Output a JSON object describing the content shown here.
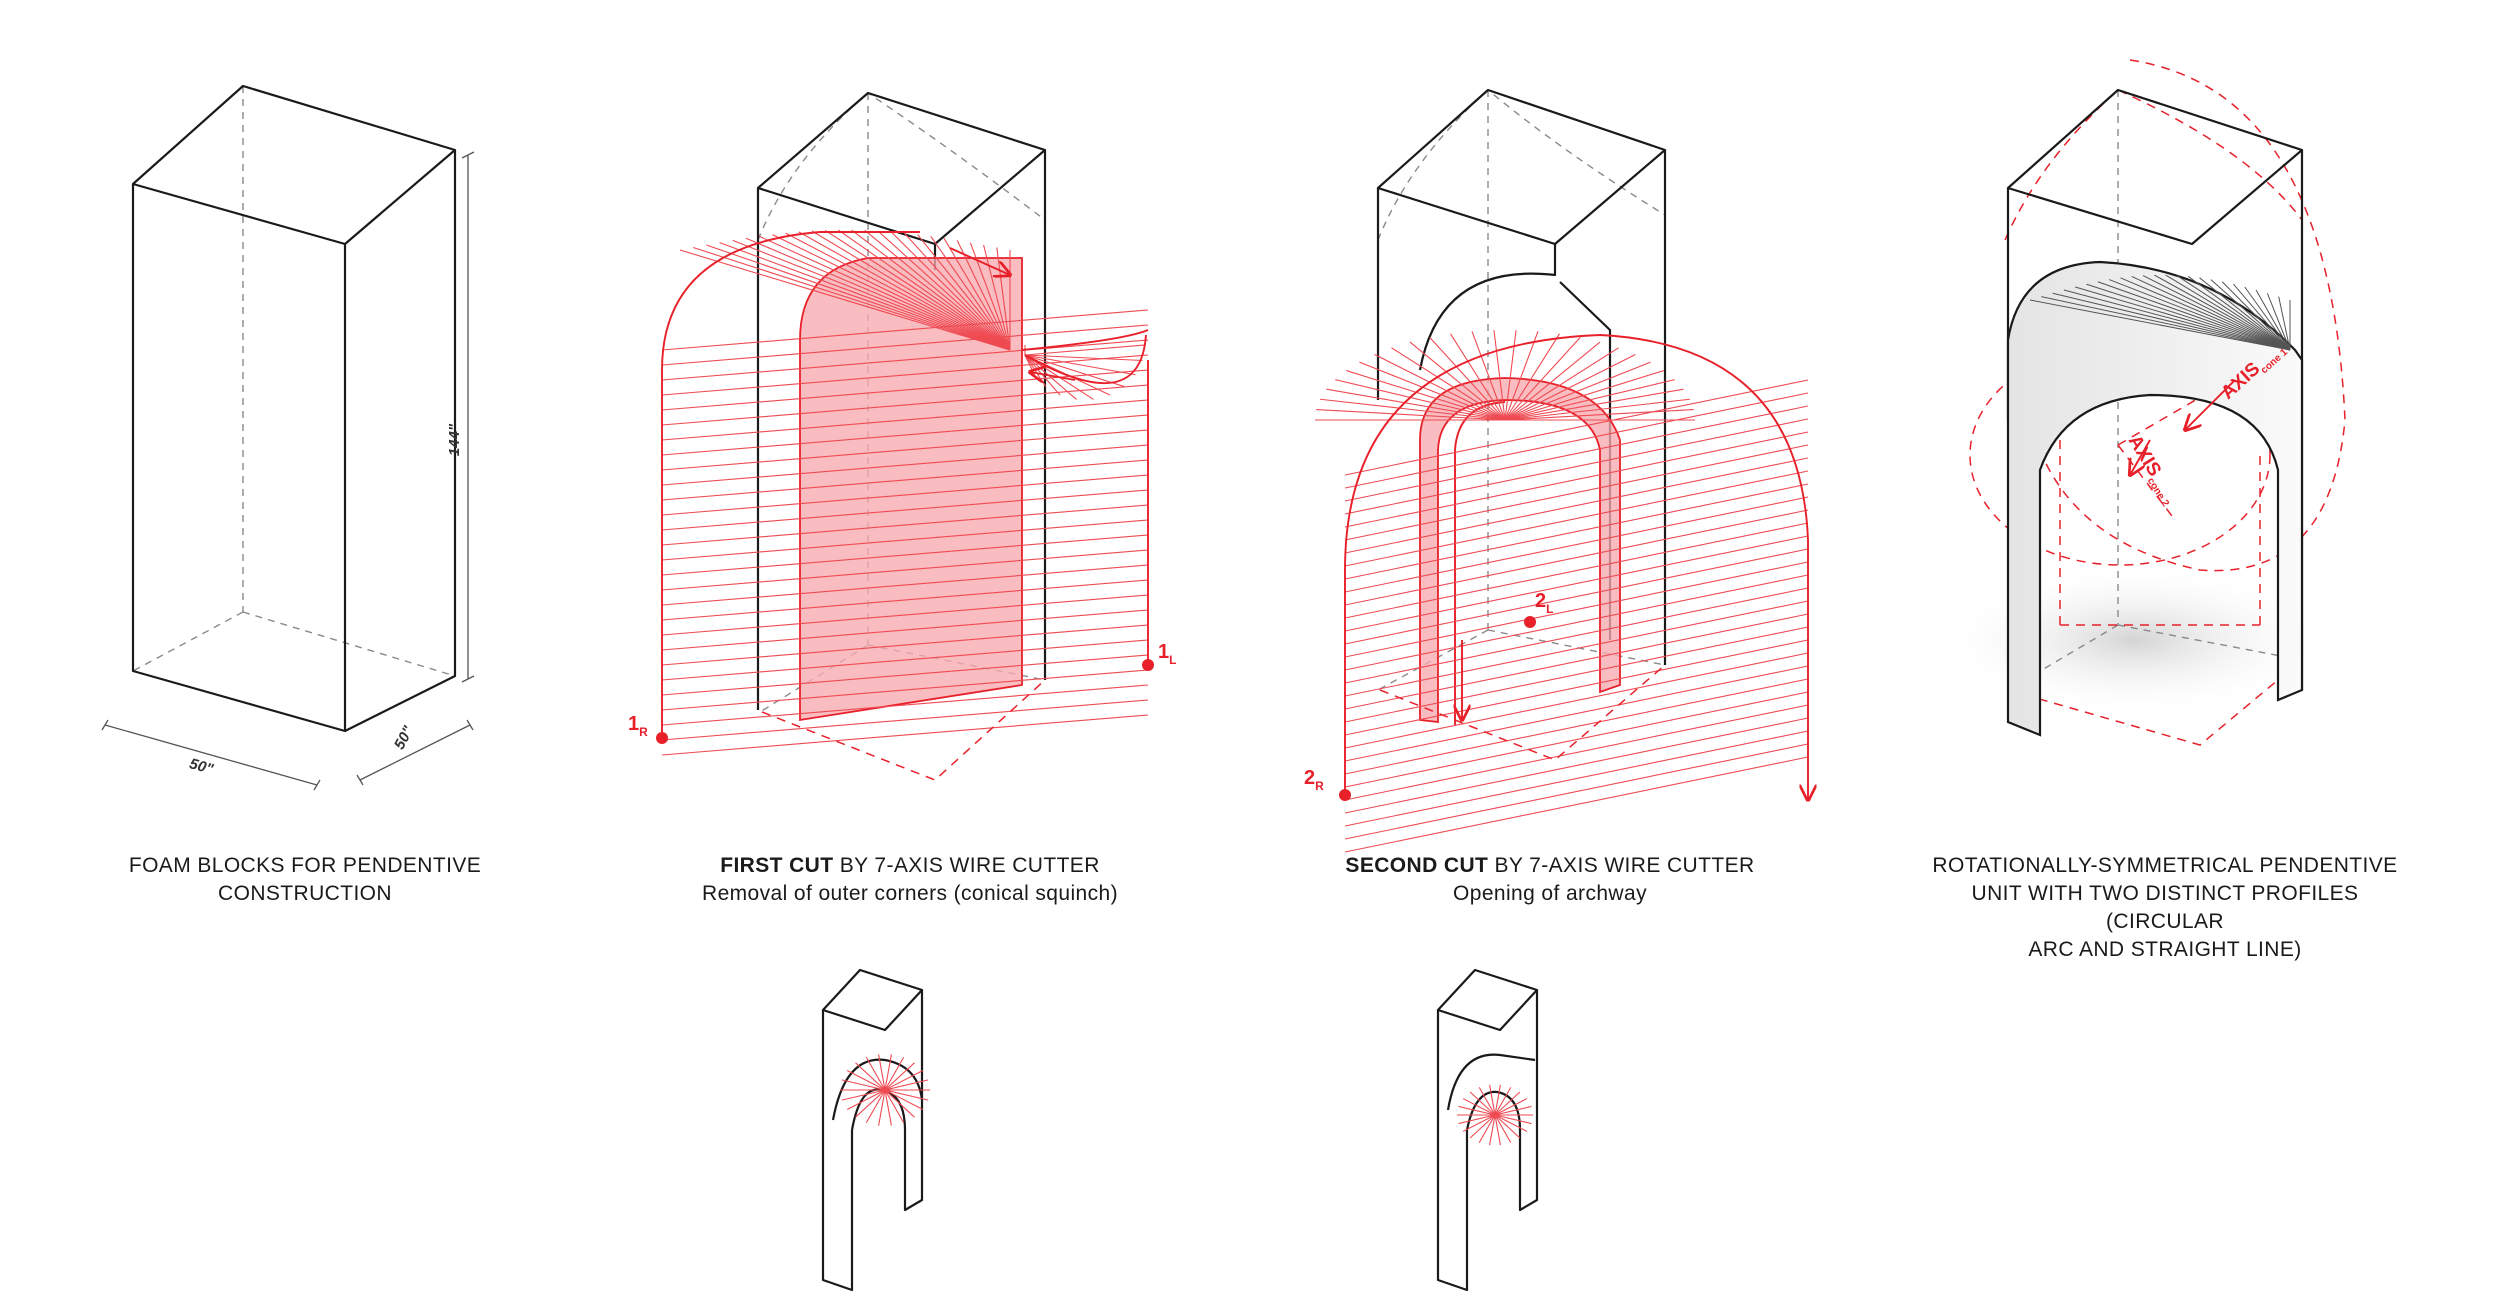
{
  "colors": {
    "accent_red": "#e8202a",
    "fill_pink": "#f7a9ae",
    "line": "#1a1a1a",
    "hidden_line": "#8a8a8a"
  },
  "panel1": {
    "dims": {
      "height": "144\"",
      "width": "50\"",
      "depth": "50\""
    },
    "caption_line1": "FOAM BLOCKS FOR PENDENTIVE",
    "caption_line2": "CONSTRUCTION"
  },
  "panel2": {
    "caption_bold": "FIRST CUT",
    "caption_rest": " BY 7-AXIS WIRE CUTTER",
    "caption_line2": "Removal of outer corners (conical squinch)",
    "label_left": {
      "num": "1",
      "sub": "R"
    },
    "label_right": {
      "num": "1",
      "sub": "L"
    }
  },
  "panel3": {
    "caption_bold": "SECOND CUT",
    "caption_rest": " BY 7-AXIS WIRE CUTTER",
    "caption_line2": "Opening of archway",
    "label_left": {
      "num": "2",
      "sub": "R"
    },
    "label_right": {
      "num": "2",
      "sub": "L"
    }
  },
  "panel4": {
    "caption_line1": "ROTATIONALLY-SYMMETRICAL PENDENTIVE",
    "caption_line2": "UNIT WITH TWO DISTINCT PROFILES (CIRCULAR",
    "caption_line3": "ARC AND STRAIGHT LINE)",
    "axis1": {
      "main": "AXIS",
      "sub": "cone 1"
    },
    "axis2": {
      "main": "AXIS",
      "sub": "cone 2"
    }
  }
}
